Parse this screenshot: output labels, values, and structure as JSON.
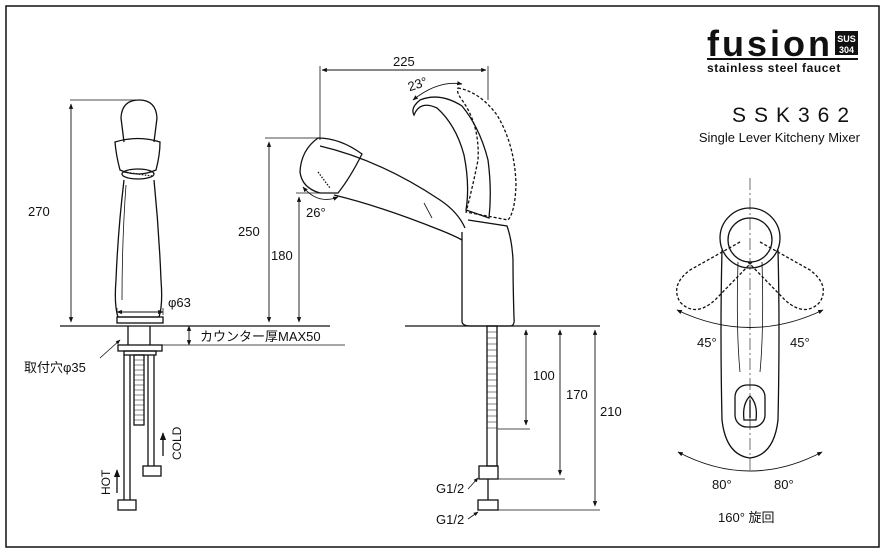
{
  "brand": {
    "name": "fusion",
    "badge_top": "SUS",
    "badge_bottom": "304",
    "tagline": "stainless steel faucet"
  },
  "product": {
    "model": "SSK362",
    "description": "Single Lever Kitcheny Mixer"
  },
  "side_view": {
    "height_total": "270",
    "base_diameter": "φ63",
    "mount_hole": "取付穴φ35",
    "counter_thickness": "カウンター厚MAX50",
    "hot_label": "HOT",
    "cold_label": "COLD"
  },
  "front_view": {
    "reach": "225",
    "lever_angle": "23°",
    "spout_angle": "26°",
    "height_body": "250",
    "height_spout": "180",
    "hose_100": "100",
    "hose_170": "170",
    "hose_210": "210",
    "thread_1": "G1/2",
    "thread_2": "G1/2"
  },
  "top_view": {
    "lever_left": "45°",
    "lever_right": "45°",
    "spout_left": "80°",
    "spout_right": "80°",
    "rotation": "160° 旋回"
  },
  "colors": {
    "line": "#111111",
    "background": "#ffffff"
  }
}
